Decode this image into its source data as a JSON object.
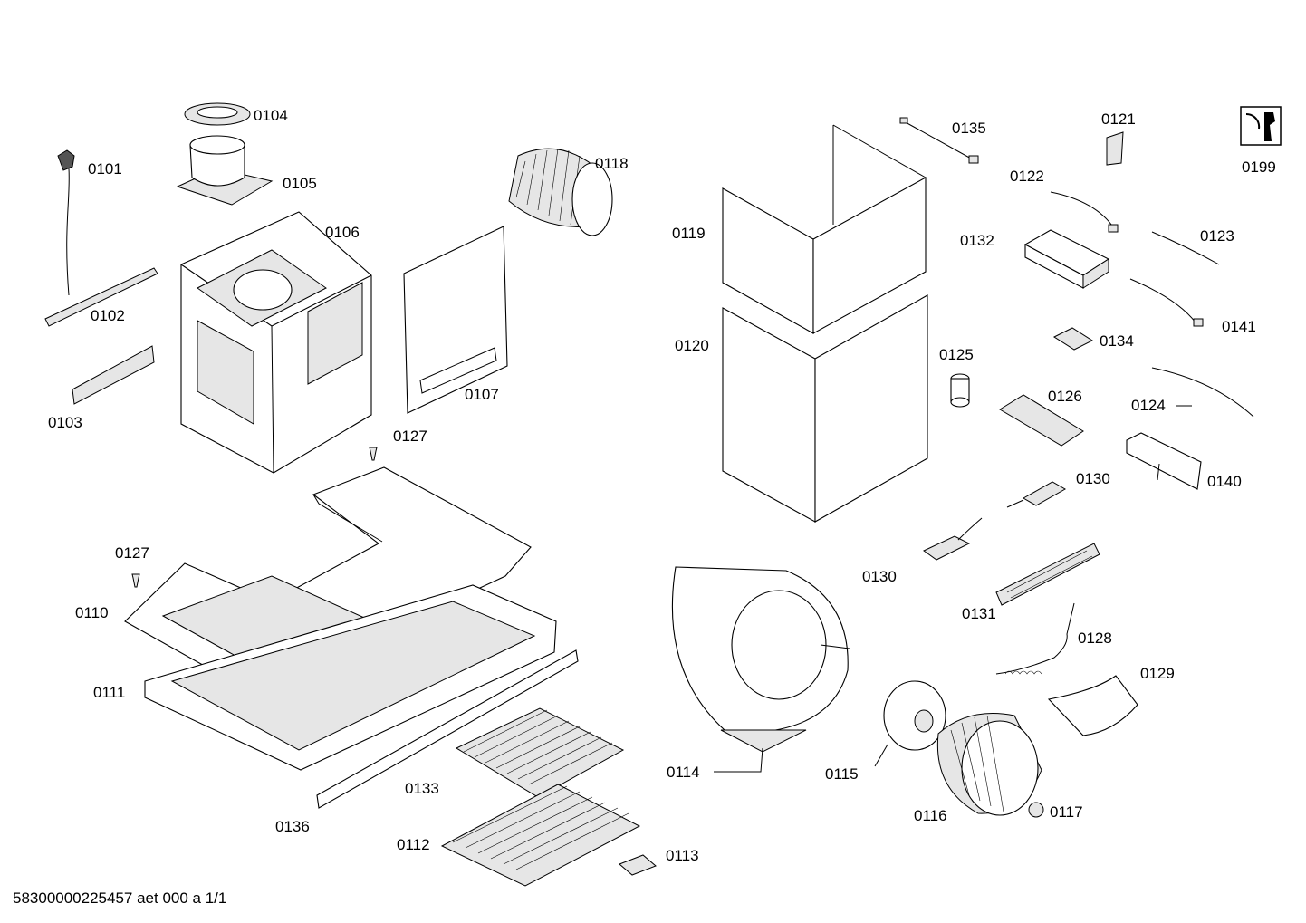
{
  "labels": {
    "p0101": "0101",
    "p0102": "0102",
    "p0103": "0103",
    "p0104": "0104",
    "p0105": "0105",
    "p0106": "0106",
    "p0107": "0107",
    "p0110": "0110",
    "p0111": "0111",
    "p0112": "0112",
    "p0113": "0113",
    "p0114": "0114",
    "p0115": "0115",
    "p0116": "0116",
    "p0117": "0117",
    "p0118": "0118",
    "p0119": "0119",
    "p0120": "0120",
    "p0121": "0121",
    "p0122": "0122",
    "p0123": "0123",
    "p0124": "0124",
    "p0125": "0125",
    "p0126": "0126",
    "p0127a": "0127",
    "p0127b": "0127",
    "p0128": "0128",
    "p0129": "0129",
    "p0130a": "0130",
    "p0130b": "0130",
    "p0131": "0131",
    "p0132": "0132",
    "p0133": "0133",
    "p0134": "0134",
    "p0135": "0135",
    "p0136": "0136",
    "p0140": "0140",
    "p0141": "0141",
    "p0199": "0199"
  },
  "footer": {
    "document_id": "58300000225457 aet 000 a 1/1"
  },
  "icons": {
    "service_tool": "wrench-icon"
  }
}
